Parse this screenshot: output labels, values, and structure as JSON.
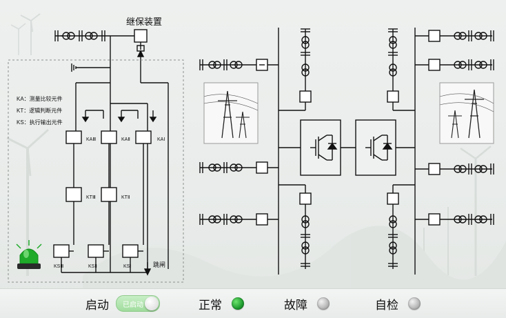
{
  "diagram": {
    "title": "继保装置",
    "legend": [
      "KA：测量比较元件",
      "KT：逻辑判断元件",
      "KS：执行输出元件"
    ],
    "ka_labels": [
      "KAⅢ",
      "KAⅡ",
      "KAⅠ"
    ],
    "kt_labels": [
      "KTⅢ",
      "KTⅡ"
    ],
    "ks_labels": [
      "KSⅢ",
      "KSⅡ",
      "KSⅠ"
    ],
    "trip_label": "跳闸"
  },
  "status": {
    "start_label": "启动",
    "start_toggle_text": "已启动",
    "normal_label": "正常",
    "fault_label": "故障",
    "selfcheck_label": "自检"
  },
  "colors": {
    "normal_led": "#1e9a2e",
    "inactive_led": "#b5b5b5",
    "toggle_on": "#a8e0a5",
    "alarm_light": "#1faa2a"
  }
}
